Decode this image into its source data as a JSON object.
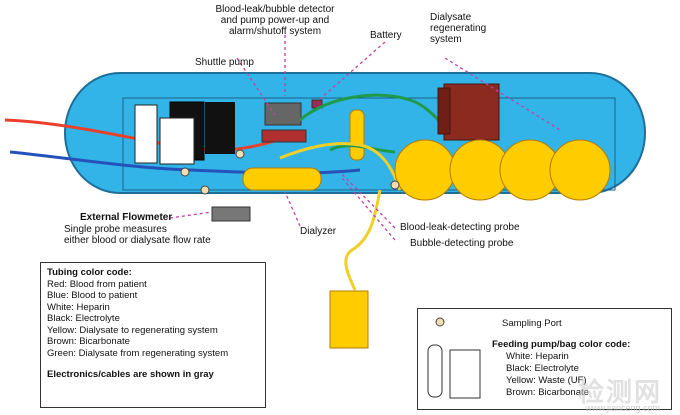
{
  "labels": {
    "blood_leak_detector": "Blood-leak/bubble detector\nand pump power-up and\nalarm/shutoff system",
    "battery": "Battery",
    "dialysate_regenerating": "Dialysate\nregenerating\nsystem",
    "shuttle_pump": "Shuttle pump",
    "external_flowmeter_title": "External Flowmeter",
    "external_flowmeter_desc": "Single probe measures\neither blood or dialysate flow rate",
    "dialyzer": "Dialyzer",
    "blood_leak_probe": "Blood-leak-detecting probe",
    "bubble_probe": "Bubble-detecting probe"
  },
  "tubing_legend": {
    "title": "Tubing color code:",
    "items": [
      "Red: Blood from patient",
      "Blue: Blood to patient",
      "White: Heparin",
      "Black: Electrolyte",
      "Yellow: Dialysate to regenerating system",
      "Brown: Bicarbonate",
      "Green: Dialysate from regenerating system"
    ],
    "footer": "Electronics/cables are shown in gray"
  },
  "feeding_legend": {
    "sampling_port": "Sampling Port",
    "title": "Feeding pump/bag color code:",
    "items": [
      "White: Heparin",
      "Black: Electrolyte",
      "Yellow: Waste (UF)",
      "Brown: Bicarbonate"
    ]
  },
  "watermark": "检测网",
  "watermark_sub": "www.jianceng.com",
  "colors": {
    "capsule": "#33b4e8",
    "capsule_stroke": "#1f6e99",
    "yellow": "#ffcc00",
    "yellow_dark": "#c99a00",
    "brown": "#8b2b1f",
    "red": "#e8402a",
    "blue": "#2452b8",
    "green": "#1f9a48",
    "gray": "#8a8a8a",
    "black": "#111111",
    "callout": "#c63fa8"
  }
}
